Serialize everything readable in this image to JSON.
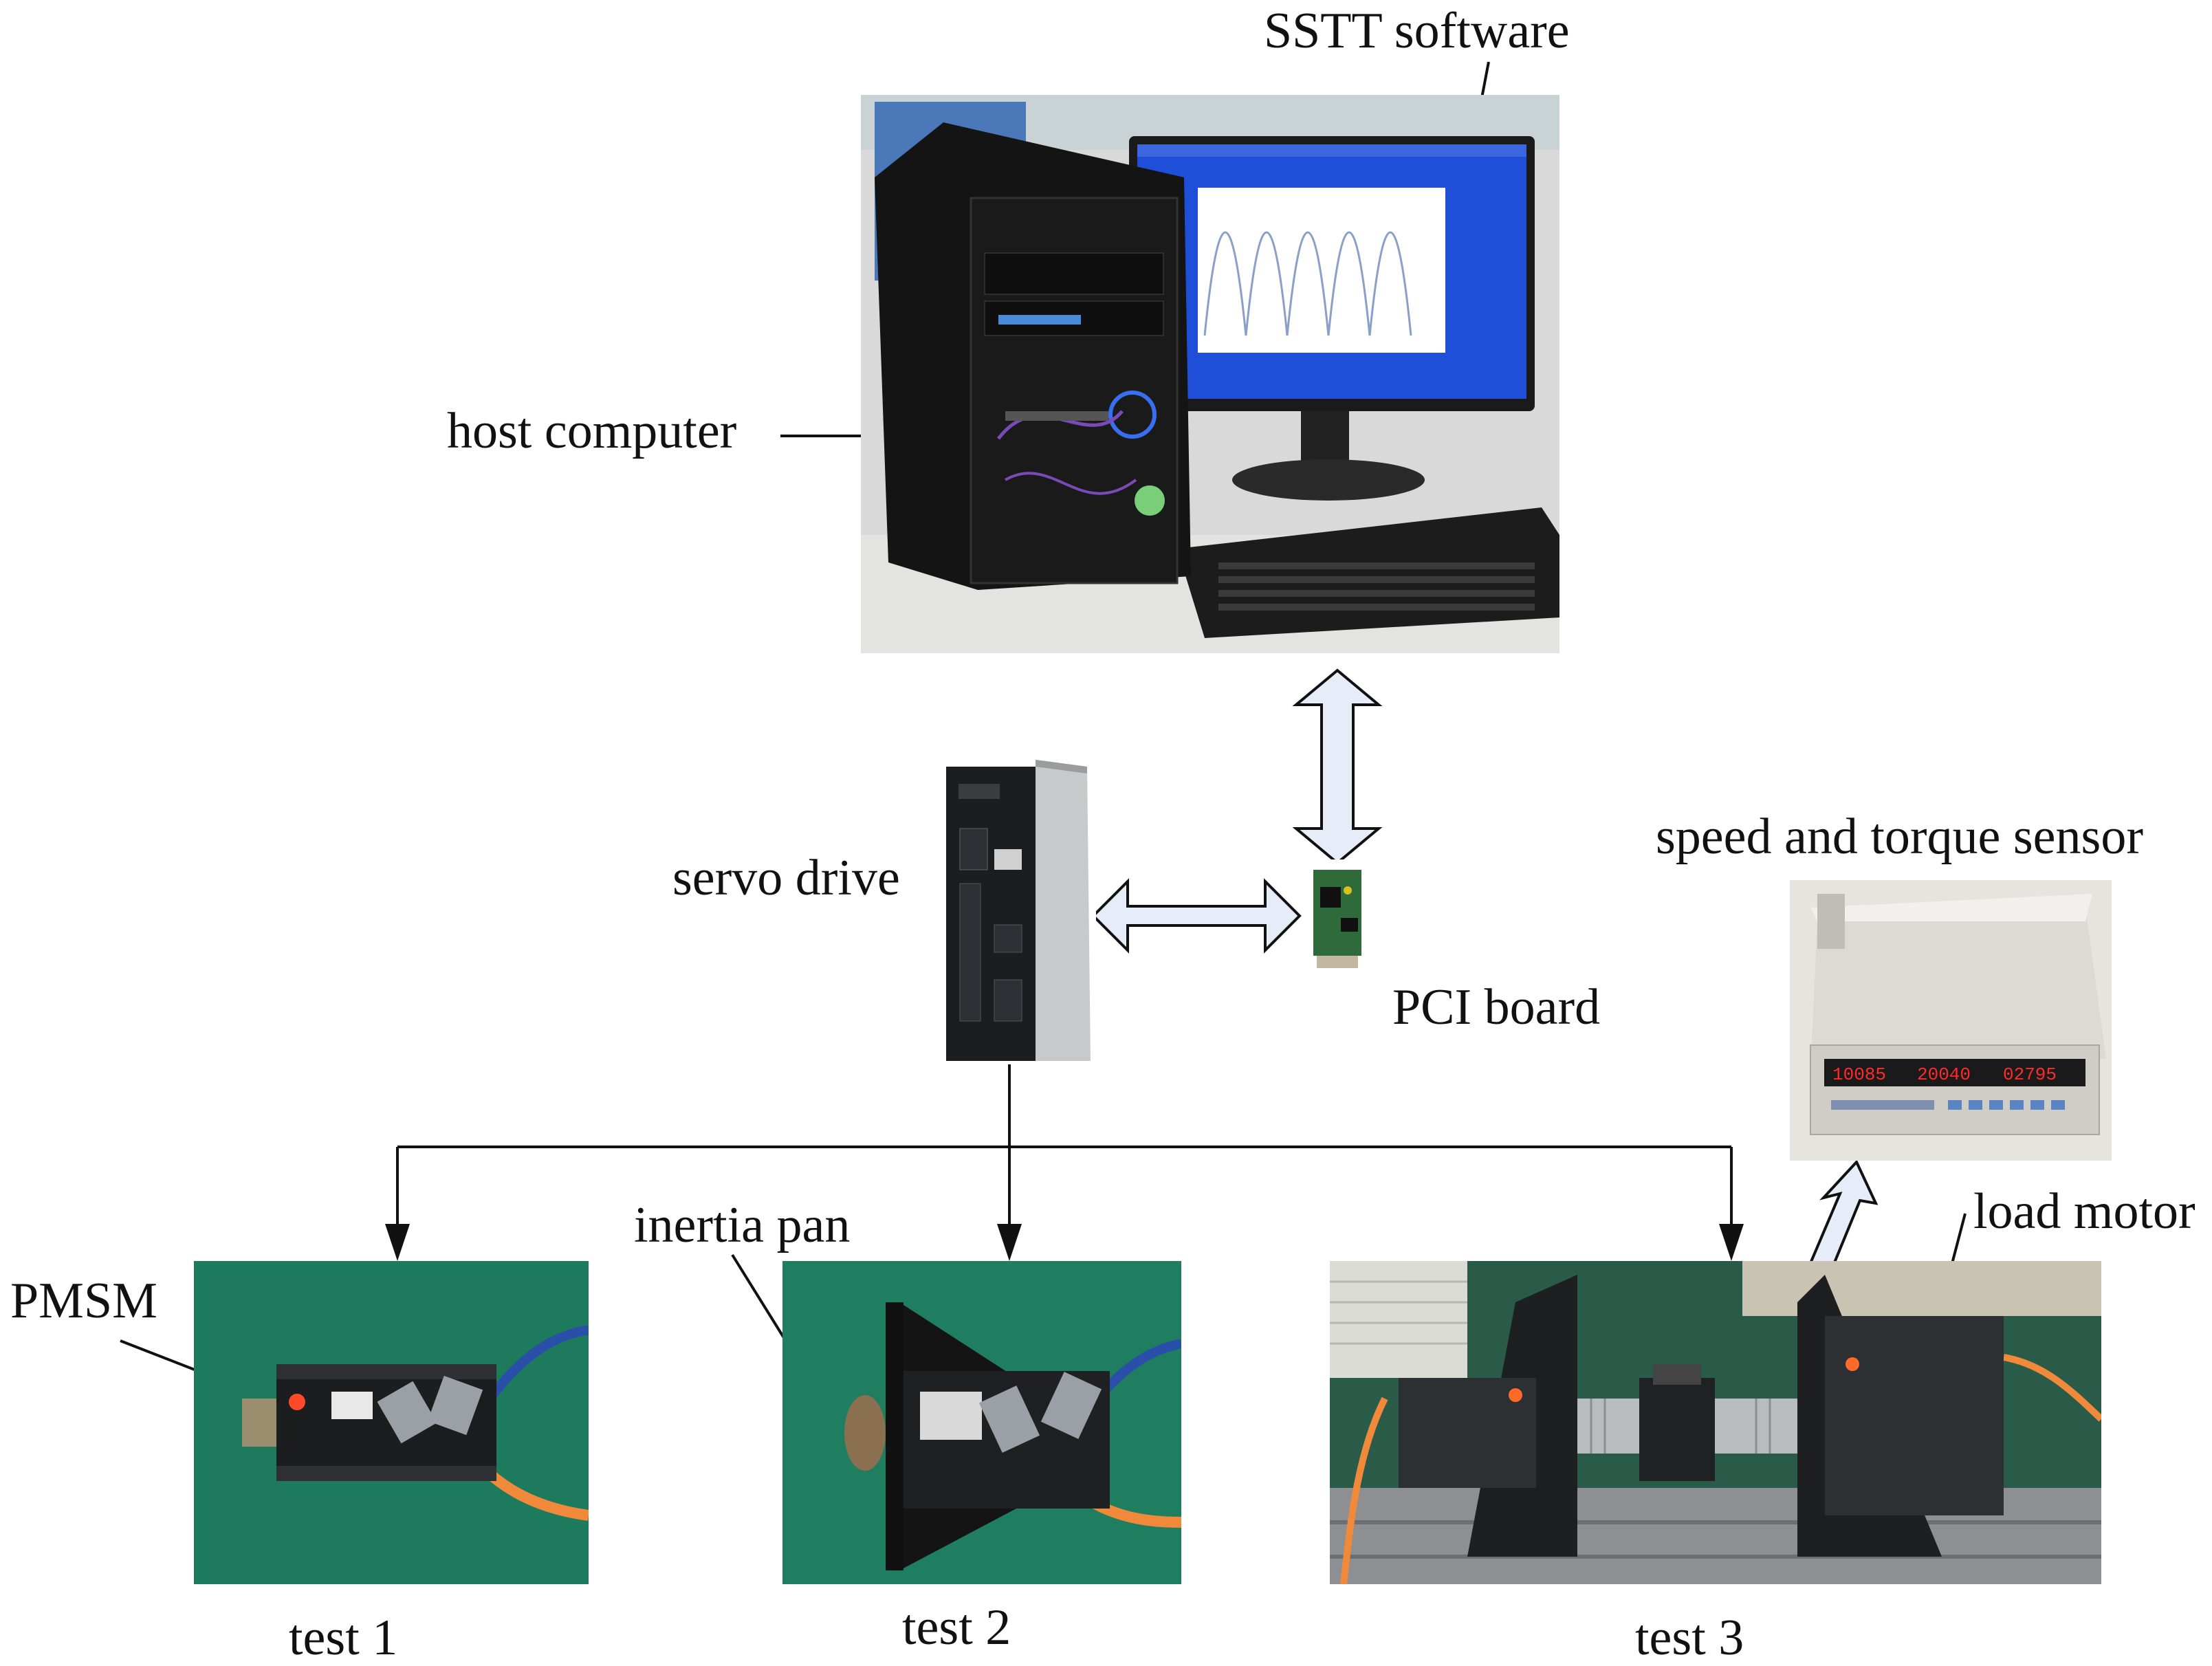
{
  "labels": {
    "sstt_software": "SSTT software",
    "host_computer": "host computer",
    "servo_drive": "servo drive",
    "pci_board": "PCI board",
    "speed_torque_sensor": "speed and torque sensor",
    "load_motor": "load motor",
    "inertia_pan": "inertia pan",
    "pmsm": "PMSM",
    "test1": "test 1",
    "test2": "test 2",
    "test3": "test 3"
  },
  "sensor_display": {
    "readout1": "10085",
    "readout2": "20040",
    "readout3": "02795"
  },
  "colors": {
    "line": "#111111",
    "double_arrow_fill": "#e6edf8",
    "desktop_blue": "#1f4fd8",
    "mat_green": "#1e7a5c",
    "cable_orange": "#f08a3a",
    "led_red": "#ff2a2a"
  }
}
